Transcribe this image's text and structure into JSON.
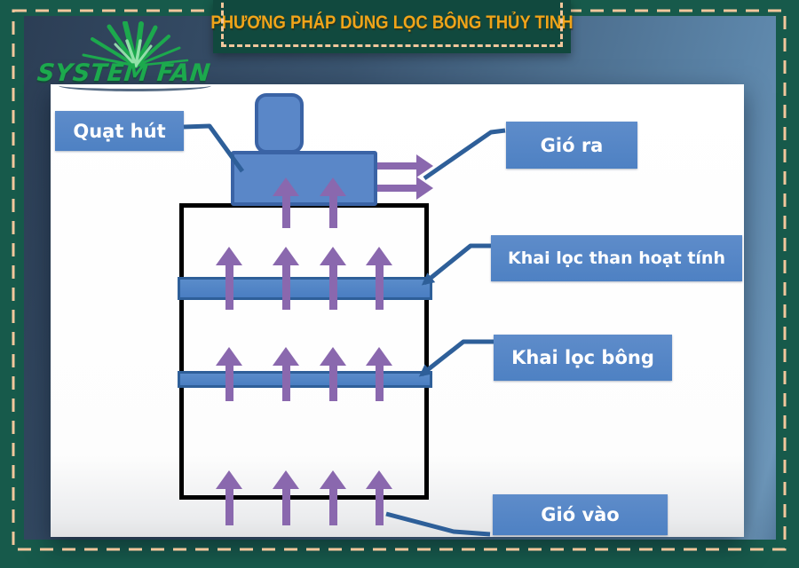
{
  "theme": {
    "frame_green": "#175a4b",
    "banner_green": "#11493e",
    "dash_peach": "#f2c79c",
    "title_orange": "#f0a419",
    "logo_green": "#1ca94d",
    "label_bg": "#4e81c3",
    "label_text": "#ffffff",
    "connector_blue": "#2e5f99",
    "arrow_purple": "#8a68ae",
    "tray_fill": "#4a7ec2",
    "fan_fill": "#5a87c8",
    "fan_border": "#3a63a5",
    "duct_black": "#000000"
  },
  "banner": {
    "title": "PHƯƠNG PHÁP DÙNG LỌC BÔNG THỦY TINH"
  },
  "logo": {
    "text": "SYSTEM FAN"
  },
  "diagram": {
    "labels": {
      "fan": "Quạt hút",
      "air_out": "Gió ra",
      "carbon_tray": "Khai lọc than hoạt tính",
      "cotton_tray": "Khai lọc bông",
      "air_in": "Gió vào"
    }
  }
}
